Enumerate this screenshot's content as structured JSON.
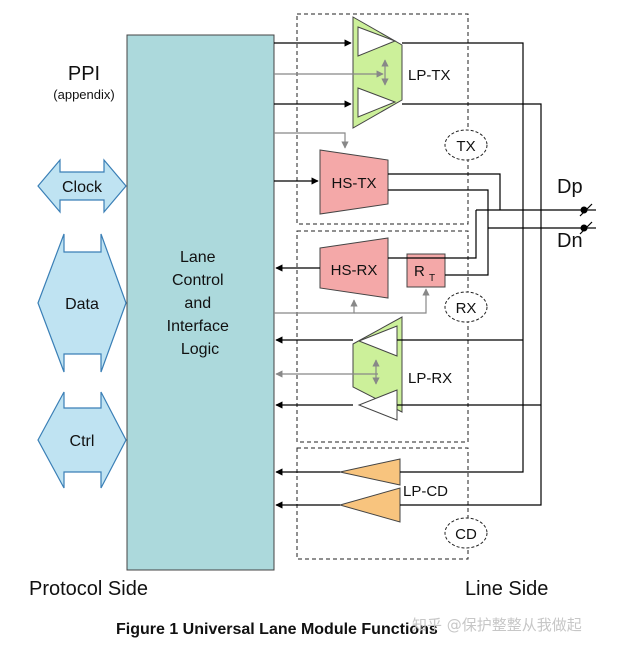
{
  "ppi": {
    "title": "PPI",
    "subtitle": "(appendix)"
  },
  "interface_signals": {
    "clock": "Clock",
    "data": "Data",
    "ctrl": "Ctrl"
  },
  "lane_control": {
    "line1": "Lane",
    "line2": "Control",
    "line3": "and",
    "line4": "Interface",
    "line5": "Logic"
  },
  "blocks": {
    "lp_tx": "LP-TX",
    "hs_tx": "HS-TX",
    "hs_rx": "HS-RX",
    "rt_main": "R",
    "rt_sub": "T",
    "lp_rx": "LP-RX",
    "lp_cd": "LP-CD"
  },
  "groups": {
    "tx": "TX",
    "rx": "RX",
    "cd": "CD"
  },
  "pins": {
    "dp": "Dp",
    "dn": "Dn"
  },
  "sides": {
    "protocol": "Protocol Side",
    "line": "Line Side"
  },
  "caption": "Figure 1 Universal Lane Module Functions",
  "watermark": "知乎 @保护整整从我做起",
  "colors": {
    "logic_block": "#acd9dc",
    "lp_block": "#ccf09a",
    "hs_block": "#f4a8a8",
    "cd_block": "#f8c47e",
    "arrow_fill": "#bfe3f2"
  }
}
